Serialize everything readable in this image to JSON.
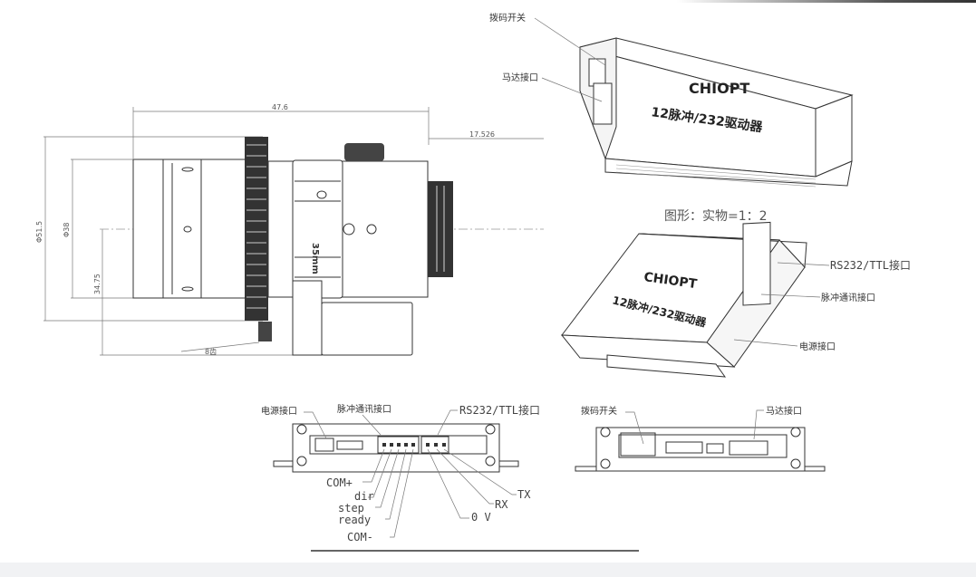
{
  "lens_drawing": {
    "dim_length": "47.6",
    "dim_back": "17.526",
    "dim_outer_diameter": "Φ51.5",
    "dim_diameter": "Φ38",
    "dim_height": "34.75",
    "focal_marking": "35mm",
    "gear_label": "8齿"
  },
  "driver_top_view": {
    "label_dip_switch": "拨码开关",
    "label_motor_port": "马达接口",
    "brand": "CHIOPT",
    "model": "12脉冲/232驱动器"
  },
  "scale_caption": "图形：实物=1：2",
  "driver_bottom_view": {
    "brand": "CHIOPT",
    "model": "12脉冲/232驱动器",
    "label_rs232": "RS232/TTL接口",
    "label_pulse": "脉冲通讯接口",
    "label_power": "电源接口"
  },
  "front_panel_left": {
    "label_power": "电源接口",
    "label_pulse": "脉冲通讯接口",
    "label_rs232": "RS232/TTL接口",
    "pins": [
      "COM+",
      "dir",
      "step",
      "ready",
      "COM-"
    ],
    "serial_pins": [
      "TX",
      "RX",
      "0 V"
    ]
  },
  "front_panel_right": {
    "label_dip_switch": "拨码开关",
    "label_motor_port": "马达接口"
  }
}
